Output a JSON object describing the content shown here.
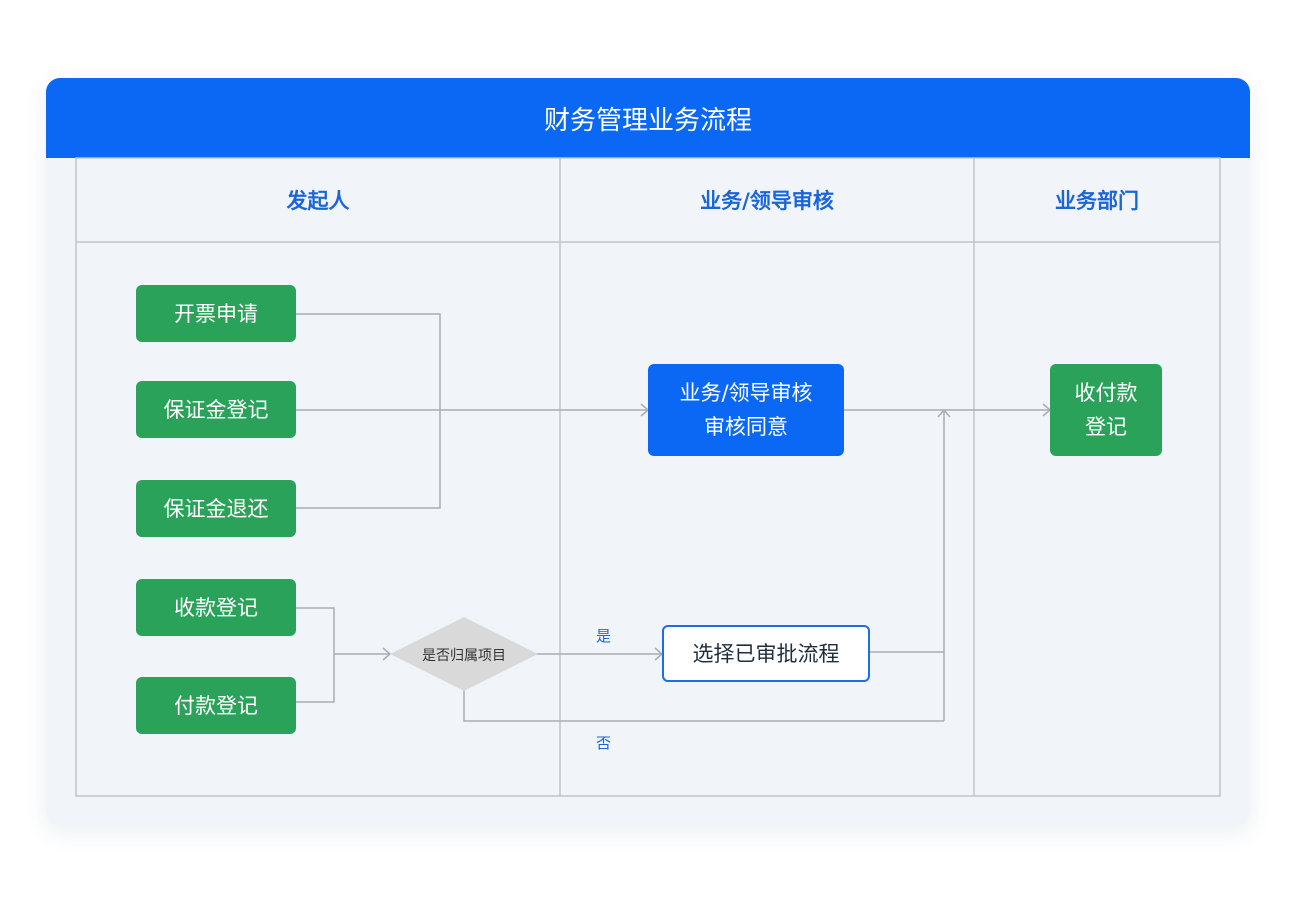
{
  "title": "财务管理业务流程",
  "lanes": [
    "发起人",
    "业务/领导审核",
    "业务部门"
  ],
  "nodes": {
    "invoice_request": "开票申请",
    "deposit_register": "保证金登记",
    "deposit_refund": "保证金退还",
    "receipt_register": "收款登记",
    "payment_register": "付款登记",
    "review_line1": "业务/领导审核",
    "review_line2": "审核同意",
    "select_process": "选择已审批流程",
    "collect_line1": "收付款",
    "collect_line2": "登记"
  },
  "decision": {
    "label": "是否归属项目",
    "yes": "是",
    "no": "否"
  },
  "colors": {
    "header": "#0b68f5",
    "lane_title": "#1a66d9",
    "initiator_node": "#2aa25a",
    "review_node": "#0b68f5",
    "decision": "#d9d9d9"
  }
}
